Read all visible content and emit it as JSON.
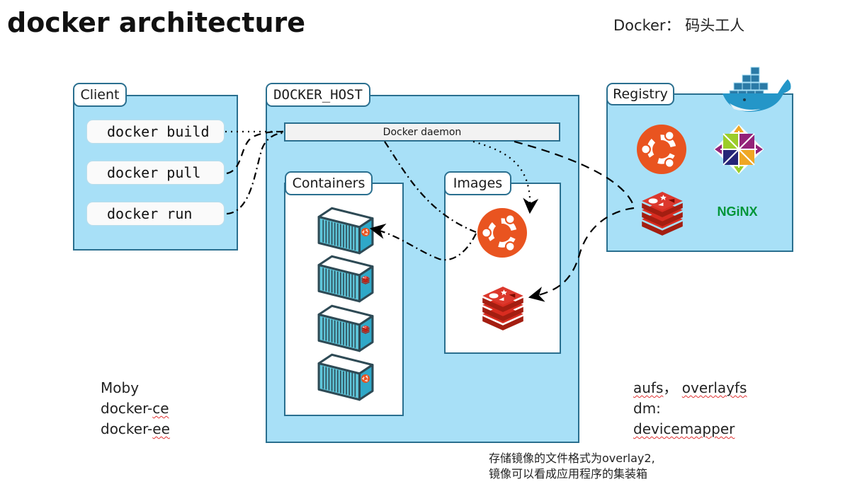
{
  "header": {
    "title": "docker architecture",
    "subtitle": "Docker： 码头工人"
  },
  "client": {
    "label": "Client",
    "commands": [
      "docker build",
      "docker pull",
      "docker run"
    ]
  },
  "docker_host": {
    "label": "DOCKER_HOST",
    "daemon_label": "Docker daemon",
    "containers_label": "Containers",
    "images_label": "Images",
    "containers": [
      {
        "icon": "ubuntu-badge-icon"
      },
      {
        "icon": "redis-badge-icon"
      },
      {
        "icon": "redis-badge-icon"
      },
      {
        "icon": "ubuntu-badge-icon"
      }
    ],
    "images": [
      {
        "icon": "ubuntu-logo-icon"
      },
      {
        "icon": "redis-logo-icon"
      }
    ]
  },
  "registry": {
    "label": "Registry",
    "items": [
      {
        "icon": "ubuntu-logo-icon"
      },
      {
        "icon": "centos-logo-icon"
      },
      {
        "icon": "redis-logo-icon"
      },
      {
        "icon": "nginx-logo-icon",
        "text": "NGiNX"
      }
    ]
  },
  "notes": {
    "editions": [
      "Moby",
      "docker-ce",
      "docker-ee"
    ],
    "edition_suffixes": {
      "ce": "ce",
      "ee": "ee",
      "prefix": "docker-"
    },
    "storage": {
      "line1_a": "aufs",
      "line1_sep": "，",
      "line1_b": "overlayfs",
      "line2": "dm:",
      "line3": "devicemapper"
    },
    "chinese_note": [
      "存储镜像的文件格式为overlay2,",
      "镜像可以看成应用程序的集装箱"
    ]
  },
  "colors": {
    "panel_blue": "#a8e0f7",
    "border_blue": "#2a6f8f",
    "ubuntu_orange": "#e95420",
    "redis_red": "#d82c20",
    "nginx_green": "#009639"
  }
}
